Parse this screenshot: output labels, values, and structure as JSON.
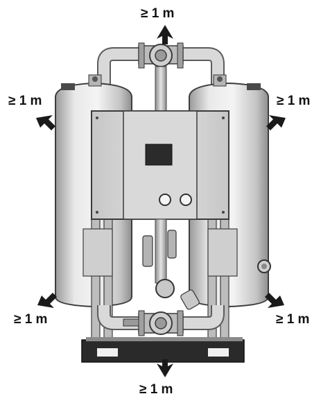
{
  "labels": {
    "top": "≥ 1 m",
    "left_upper": "≥ 1 m",
    "right_upper": "≥ 1 m",
    "left_lower": "≥ 1 m",
    "right_lower": "≥ 1 m",
    "bottom": "≥ 1 m"
  },
  "colors": {
    "arrow": "#1a1a1a",
    "tank_light": "#e6e6e6",
    "tank_shade": "#bdbdbd",
    "frame": "#9e9e9e",
    "panel": "#d7d7d7",
    "screen": "#2b2b2b",
    "base": "#2a2a2a"
  },
  "icons": [
    "clearance-arrow-icon"
  ]
}
